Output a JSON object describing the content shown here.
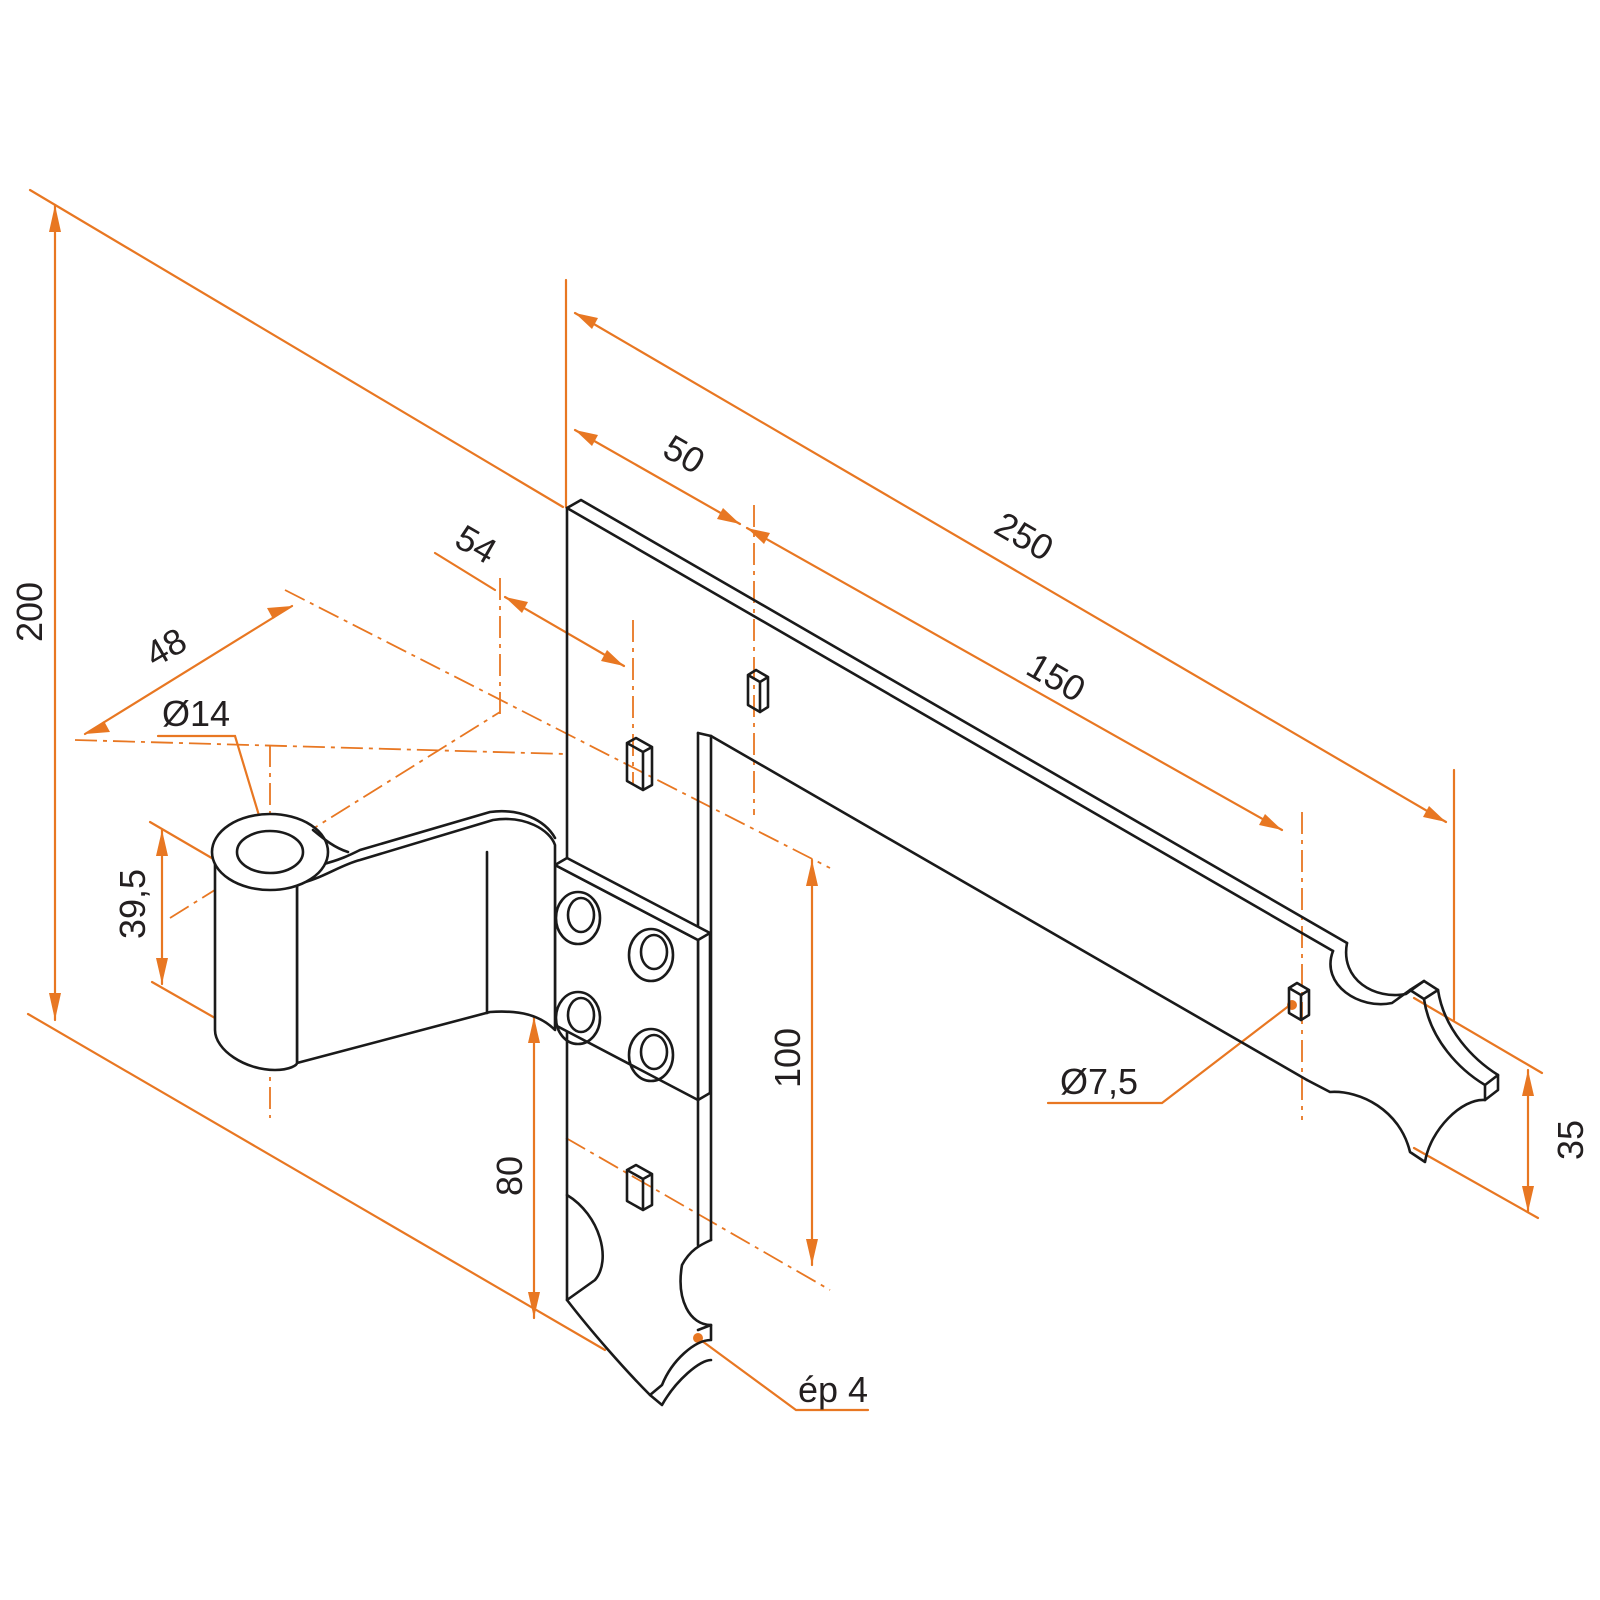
{
  "drawing": {
    "subject": "gate hinge strap with pin plate",
    "line_color": "#1a1a1a",
    "dimension_color": "#e87722"
  },
  "dimensions": {
    "total_height": "200",
    "pin_offset": "48",
    "pin_diameter": "Ø14",
    "pin_height": "39,5",
    "plate_offset": "54",
    "first_hole": "50",
    "strap_length": "250",
    "hole_spacing": "150",
    "hole_diameter": "Ø7,5",
    "end_width": "35",
    "plate_height": "100",
    "lower_plate": "80",
    "thickness": "ép 4"
  }
}
